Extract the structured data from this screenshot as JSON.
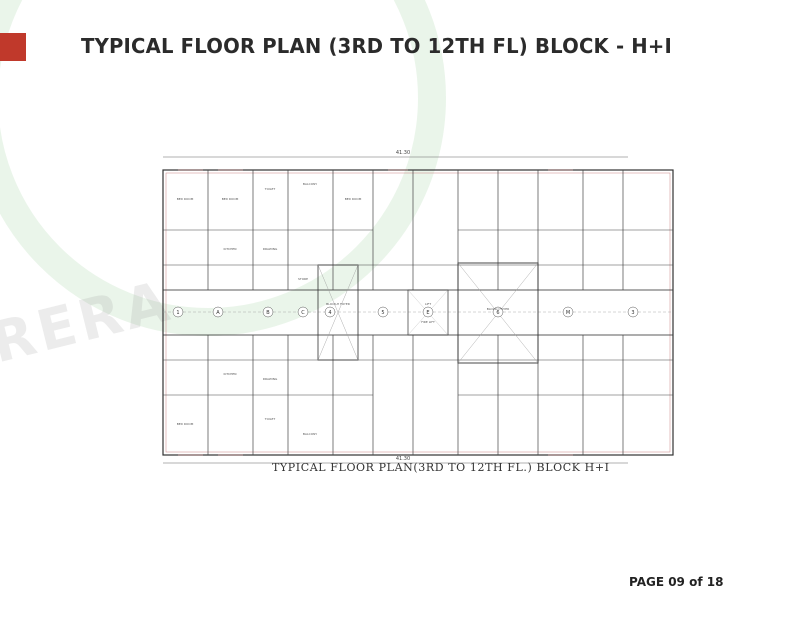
{
  "header": {
    "title": "TYPICAL FLOOR PLAN (3RD TO 12TH FL) BLOCK - H+I",
    "accent_color": "#c0392b"
  },
  "watermark": {
    "text": "RERA"
  },
  "plan": {
    "overall_dimension": "41.30",
    "caption": "TYPICAL FLOOR PLAN(3RD TO 12TH FL.) BLOCK H+I",
    "grid_labels": [
      "1",
      "A",
      "B",
      "C",
      "4",
      "5",
      "E",
      "6",
      "M",
      "3"
    ],
    "room_labels": [
      "BED ROOM",
      "BED ROOM",
      "TOILET",
      "BALCONY",
      "BED ROOM",
      "KITCHEN",
      "DRAWING",
      "STORE",
      "LIFT",
      "FIRE LIFT",
      "BLOCK-H FOYER",
      "BLOCK-I FOYER",
      "BED ROOM",
      "TOILET",
      "BALCONY",
      "KITCHEN",
      "DRAWING"
    ]
  },
  "footer": {
    "page_number": "PAGE 09 of 18"
  }
}
